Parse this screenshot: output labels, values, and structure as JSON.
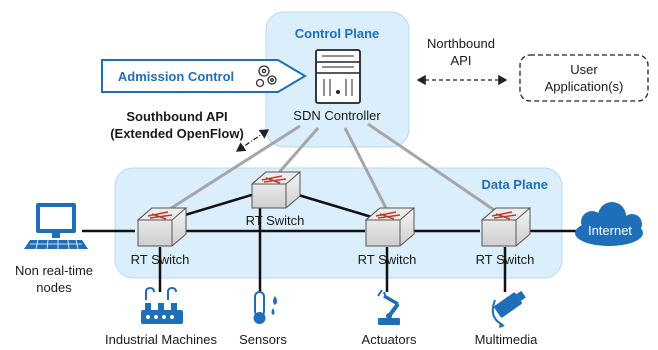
{
  "control_plane": {
    "title": "Control Plane",
    "controller_label": "SDN Controller"
  },
  "admission_control": {
    "label": "Admission Control"
  },
  "northbound": {
    "line1": "Northbound",
    "line2": "API"
  },
  "user_app": {
    "line1": "User",
    "line2": "Application(s)"
  },
  "southbound": {
    "line1": "Southbound API",
    "line2": "(Extended OpenFlow)"
  },
  "data_plane": {
    "title": "Data Plane"
  },
  "switches": [
    {
      "label": "RT Switch"
    },
    {
      "label": "RT Switch"
    },
    {
      "label": "RT Switch"
    },
    {
      "label": "RT Switch"
    }
  ],
  "non_rt": {
    "line1": "Non real-time",
    "line2": "nodes"
  },
  "internet": {
    "label": "Internet"
  },
  "devices": [
    {
      "label": "Industrial Machines",
      "icon": "industrial-machines-icon"
    },
    {
      "label": "Sensors",
      "icon": "sensors-icon"
    },
    {
      "label": "Actuators",
      "icon": "robot-arm-icon"
    },
    {
      "label": "Multimedia",
      "icon": "camera-icon"
    }
  ],
  "colors": {
    "plane_fill": "#dbeefb",
    "accent": "#1f6fb8",
    "link": "#a6a6a6",
    "switch": "#e8e8e8"
  }
}
